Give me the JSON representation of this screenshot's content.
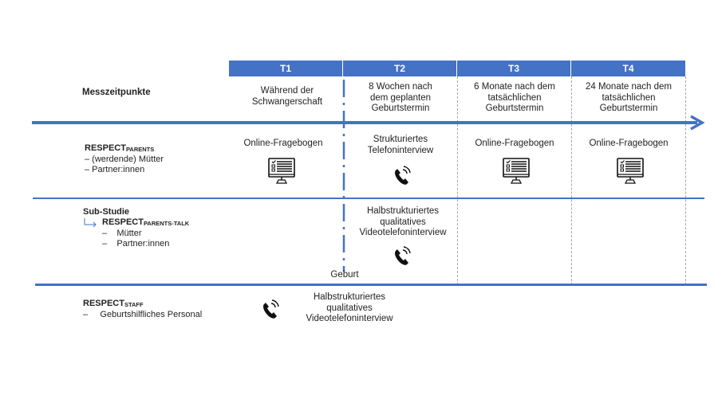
{
  "colors": {
    "accent": "#4472c4"
  },
  "timepoints": [
    {
      "id": "T1",
      "label": "T1",
      "description": [
        "Während der",
        "Schwangerschaft"
      ]
    },
    {
      "id": "T2",
      "label": "T2",
      "description": [
        "8 Wochen nach",
        "dem geplanten",
        "Geburtstermin"
      ]
    },
    {
      "id": "T3",
      "label": "T3",
      "description": [
        "6 Monate nach dem",
        "tatsächlichen",
        "Geburtstermin"
      ]
    },
    {
      "id": "T4",
      "label": "T4",
      "description": [
        "24 Monate nach dem",
        "tatsächlichen",
        "Geburtstermin"
      ]
    }
  ],
  "rows": {
    "messzeitpunkte": {
      "label": "Messzeitpunkte"
    },
    "parents": {
      "title": "RESPECT",
      "subscript": "PARENTS",
      "items": [
        "– (werdende) Mütter",
        "– Partner:innen"
      ],
      "cells": {
        "T1": {
          "text": [
            "Online-Fragebogen"
          ],
          "icon": "computer-questionnaire-icon"
        },
        "T2": {
          "text": [
            "Strukturiertes",
            "Telefoninterview"
          ],
          "icon": "phone-icon"
        },
        "T3": {
          "text": [
            "Online-Fragebogen"
          ],
          "icon": "computer-questionnaire-icon"
        },
        "T4": {
          "text": [
            "Online-Fragebogen"
          ],
          "icon": "computer-questionnaire-icon"
        }
      }
    },
    "substudy": {
      "label": "Sub-Studie",
      "arrow_icon": "return-arrow-icon",
      "title": "RESPECT",
      "subscript": "PARENTS-TALK",
      "items": [
        "–    Mütter",
        "–    Partner:innen"
      ],
      "cells": {
        "T2": {
          "text": [
            "Halbstrukturiertes",
            "qualitatives",
            "Videotelefoninterview"
          ],
          "icon": "phone-icon"
        }
      }
    },
    "staff": {
      "title": "RESPECT",
      "subscript": "STAFF",
      "items": [
        "–     Geburtshilfliches Personal"
      ],
      "cell": {
        "text": [
          "Halbstrukturiertes",
          "qualitatives",
          "Videotelefoninterview"
        ],
        "icon": "phone-icon"
      }
    }
  },
  "birth_marker": {
    "label": "Geburt"
  }
}
